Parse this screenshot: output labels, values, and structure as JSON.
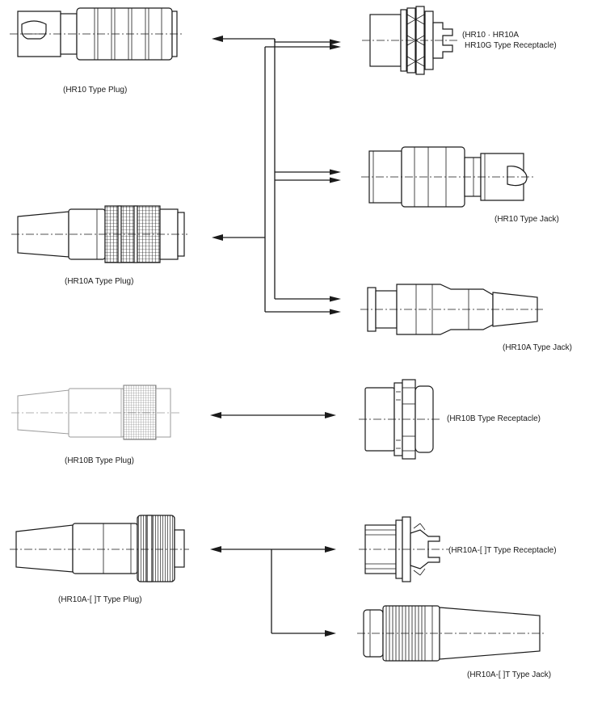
{
  "labels": {
    "hr10_plug": "(HR10 Type Plug)",
    "hr10a_plug": "(HR10A Type Plug)",
    "hr10b_plug": "(HR10B Type Plug)",
    "hr10at_plug": "(HR10A-[  ]T Type Plug)",
    "hr10_receptacle_line1": "(HR10 · HR10A",
    "hr10_receptacle_line2": "HR10G  Type Receptacle)",
    "hr10_jack": "(HR10 Type Jack)",
    "hr10a_jack": "(HR10A Type Jack)",
    "hr10b_receptacle": "(HR10B Type Receptacle)",
    "hr10at_receptacle": "(HR10A-[  ]T Type Receptacle)",
    "hr10at_jack": "(HR10A-[  ]T Type Jack)"
  },
  "colors": {
    "ink": "#1a1a1a",
    "pale_outline": "#9a9a9a",
    "background": "#ffffff"
  }
}
